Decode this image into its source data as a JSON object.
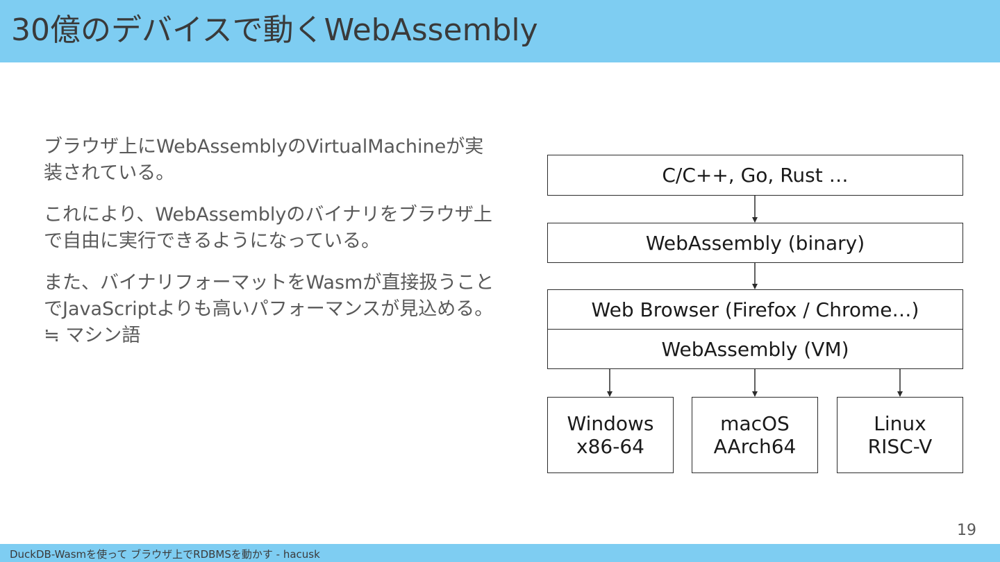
{
  "header": {
    "title": "30億のデバイスで動くWebAssembly",
    "background_color": "#7ecdf2"
  },
  "content": {
    "paragraphs": [
      "ブラウザ上にWebAssemblyのVirtualMachineが実装されている。",
      "これにより、WebAssemblyのバイナリをブラウザ上で自由に実行できるようになっている。",
      "また、バイナリフォーマットをWasmが直接扱うことでJavaScriptよりも高いパフォーマンスが見込める。≒ マシン語"
    ]
  },
  "diagram": {
    "source_languages": "C/C++, Go, Rust …",
    "wasm_binary": "WebAssembly (binary)",
    "web_browser": "Web Browser (Firefox / Chrome…)",
    "wasm_vm": "WebAssembly (VM)",
    "platforms": [
      {
        "os": "Windows",
        "arch": "x86-64"
      },
      {
        "os": "macOS",
        "arch": "AArch64"
      },
      {
        "os": "Linux",
        "arch": "RISC-V"
      }
    ]
  },
  "page_number": "19",
  "footer": {
    "text": "DuckDB-Wasmを使って ブラウザ上でRDBMSを動かす - hacusk",
    "background_color": "#7ecdf2"
  }
}
